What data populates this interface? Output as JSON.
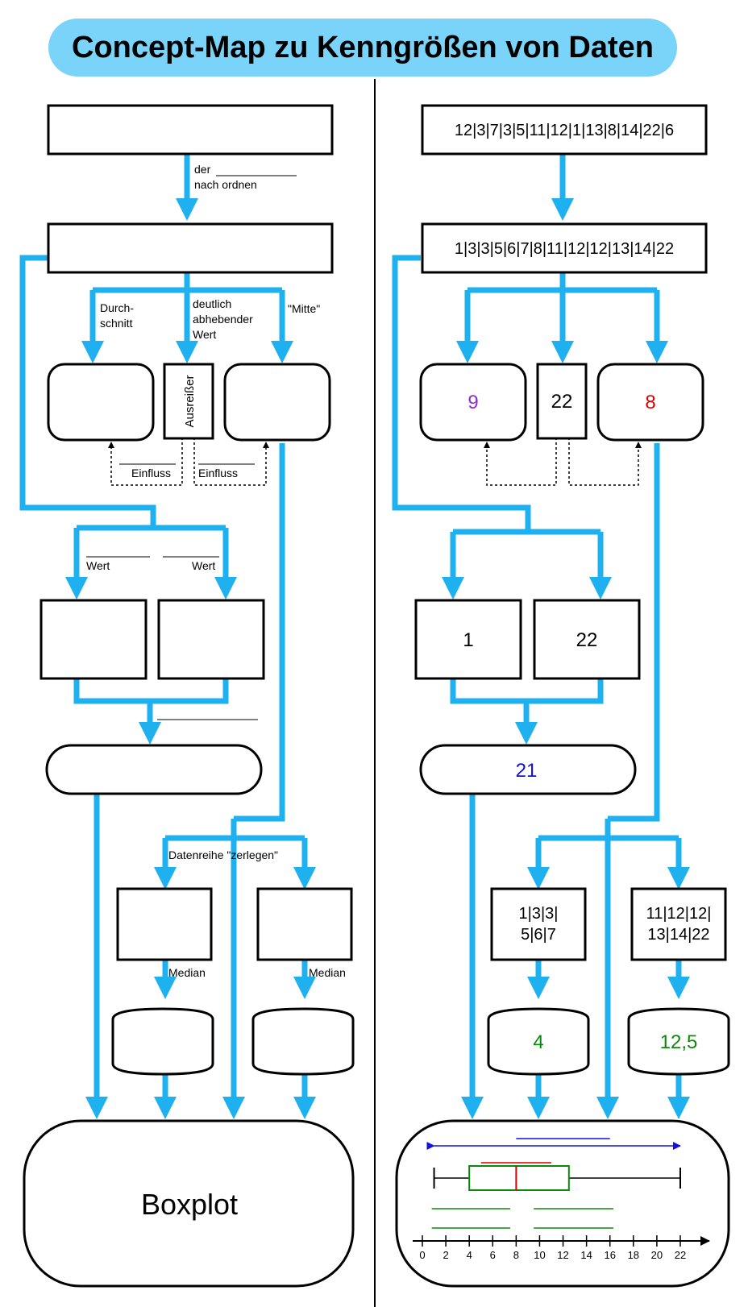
{
  "title": "Concept-Map zu Kenngrößen von Daten",
  "left": {
    "sort_label_1": "der",
    "sort_label_2": "nach ordnen",
    "mean_label_1": "Durch-",
    "mean_label_2": "schnitt",
    "outlier_label_1": "deutlich",
    "outlier_label_2": "abhebender",
    "outlier_label_3": "Wert",
    "median_label": "\"Mitte\"",
    "outlier_box": "Ausreißer",
    "influence_left": "Einfluss",
    "influence_right": "Einfluss",
    "min_label": "Wert",
    "max_label": "Wert",
    "split_label": "Datenreihe \"zerlegen\"",
    "lower_median_label": "Median",
    "upper_median_label": "Median",
    "boxplot_label": "Boxplot"
  },
  "right": {
    "raw_data": "12|3|7|3|5|11|12|1|13|8|14|22|6",
    "sorted_data": "1|3|3|5|6|7|8|11|12|12|13|14|22",
    "mean_value": "9",
    "outlier_value": "22",
    "median_value": "8",
    "min_value": "1",
    "max_value": "22",
    "range_value": "21",
    "lower_half_1": "1|3|3|",
    "lower_half_2": "5|6|7",
    "upper_half_1": "11|12|12|",
    "upper_half_2": "13|14|22",
    "q1_value": "4",
    "q3_value": "12,5"
  },
  "colors": {
    "flow": "#1fb0f0",
    "title_bg": "#7ad3f8",
    "mean": "#8b2fc9",
    "median": "#e00000",
    "range": "#1010e0",
    "quartile": "#0a8a0a"
  },
  "chart_data": {
    "type": "boxplot",
    "axis_ticks": [
      "0",
      "2",
      "4",
      "6",
      "8",
      "10",
      "12",
      "14",
      "16",
      "18",
      "20",
      "22"
    ],
    "xlim": [
      0,
      22
    ],
    "min": 1,
    "q1": 4,
    "median": 8,
    "q3": 12.5,
    "max": 22
  }
}
